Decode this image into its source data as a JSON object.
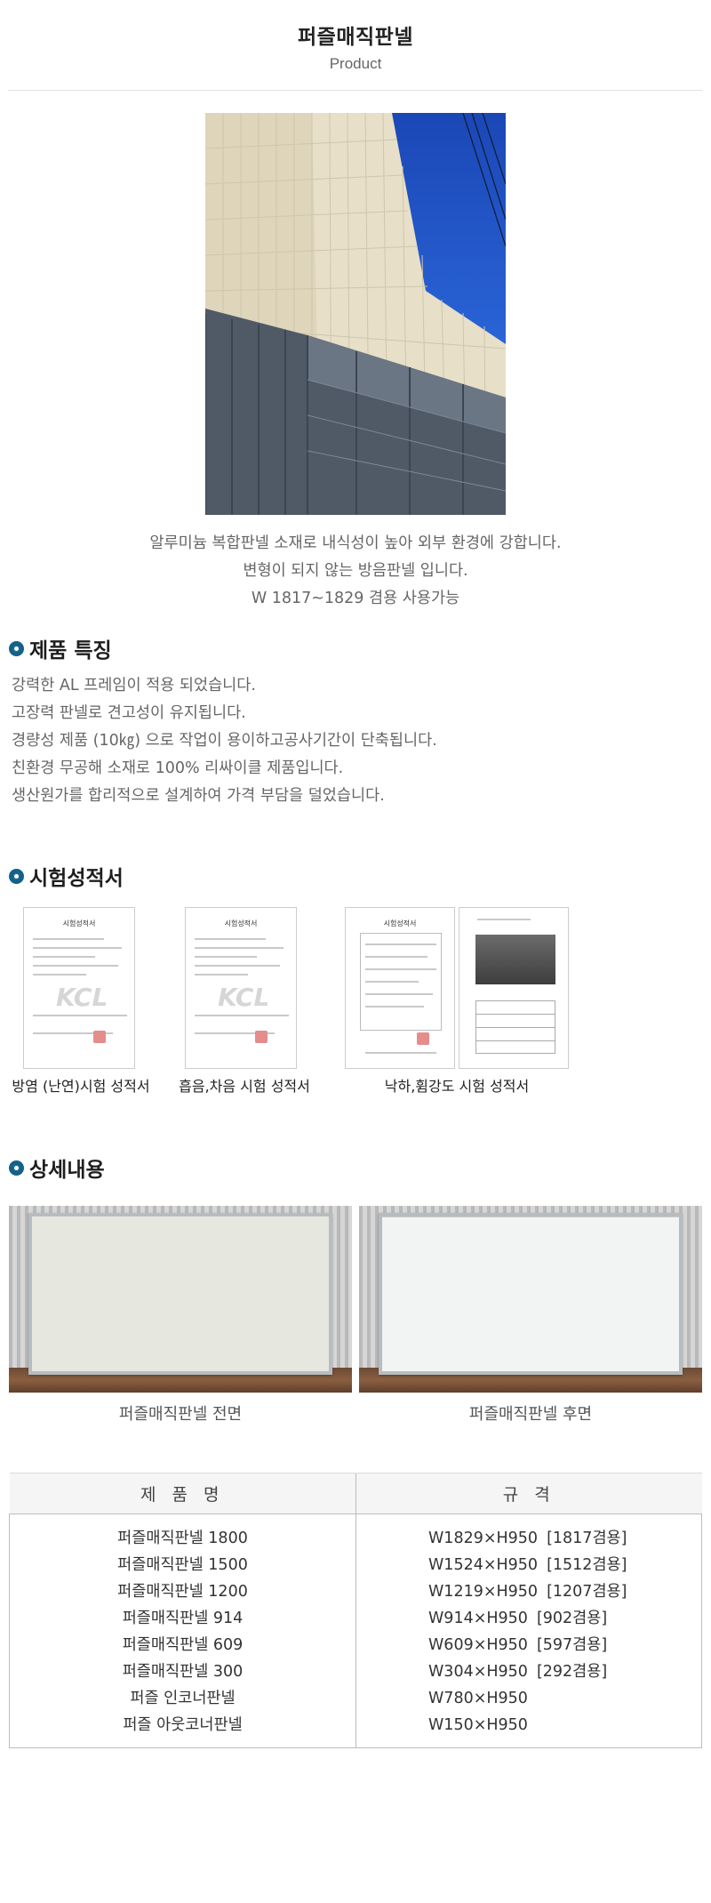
{
  "header": {
    "title": "퍼즐매직판넬",
    "subtitle": "Product"
  },
  "description": [
    "알루미늄 복합판넬 소재로 내식성이 높아 외부 환경에 강합니다.",
    "변형이 되지 않는 방음판넬 입니다.",
    "W 1817~1829 겸용 사용가능"
  ],
  "features": {
    "title": "제품 특징",
    "items": [
      "강력한  AL 프레임이 적용 되었습니다.",
      "고장력 판넬로 견고성이 유지됩니다.",
      "경량성 제품 (10㎏) 으로 작업이 용이하고공사기간이 단축됩니다.",
      "친환경 무공해 소재로 100% 리싸이클 제품입니다.",
      "생산원가를 합리적으로 설계하여 가격 부담을 덜었습니다."
    ]
  },
  "reports": {
    "title": "시험성적서",
    "captions": [
      "방염 (난연)시험 성적서",
      "흡음,차음 시험 성적서",
      "낙하,휨강도 시험 성적서"
    ],
    "doc_heading": "시험성적서",
    "watermark": "KCL"
  },
  "details": {
    "title": "상세내용",
    "front_caption": "퍼즐매직판넬 전면",
    "back_caption": "퍼즐매직판넬 후면"
  },
  "spec_table": {
    "headers": [
      "제 품 명",
      "규   격"
    ],
    "names": [
      "퍼즐매직판넬 1800",
      "퍼즐매직판넬 1500",
      "퍼즐매직판넬 1200",
      "퍼즐매직판넬  914",
      "퍼즐매직판넬  609",
      "퍼즐매직판넬  300",
      "퍼즐 인코너판넬",
      "퍼즐 아웃코너판넬"
    ],
    "sizes": [
      {
        "size": "W1829×H950",
        "note": "[1817겸용]"
      },
      {
        "size": "W1524×H950",
        "note": "[1512겸용]"
      },
      {
        "size": "W1219×H950",
        "note": "[1207겸용]"
      },
      {
        "size": "W914×H950",
        "note": "[902겸용]"
      },
      {
        "size": "W609×H950",
        "note": "[597겸용]"
      },
      {
        "size": "W304×H950",
        "note": "[292겸용]"
      },
      {
        "size": "W780×H950",
        "note": ""
      },
      {
        "size": "W150×H950",
        "note": ""
      }
    ]
  },
  "colors": {
    "accent": "#14618a",
    "sky": "#1f56c8"
  }
}
